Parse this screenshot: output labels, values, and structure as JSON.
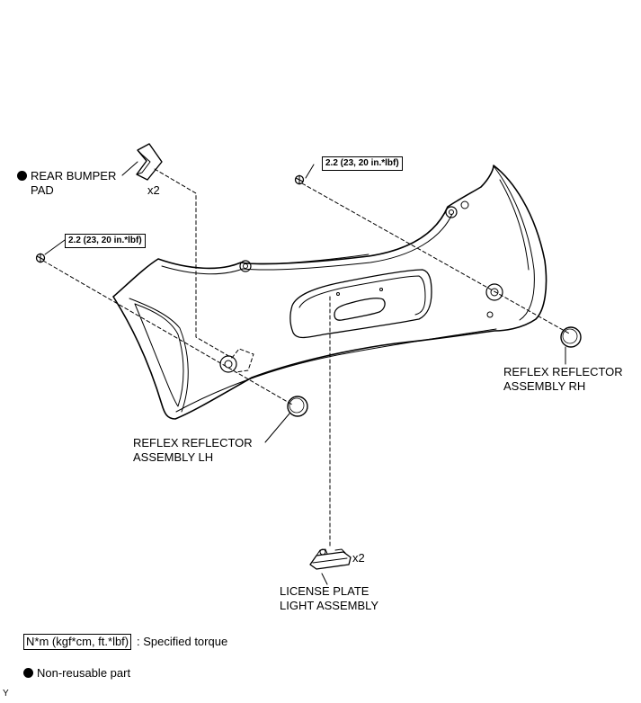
{
  "labels": {
    "rear_bumper_pad": {
      "line1": "REAR BUMPER",
      "line2": "PAD",
      "qty": "x2"
    },
    "reflex_rh": {
      "line1": "REFLEX REFLECTOR",
      "line2": "ASSEMBLY RH"
    },
    "reflex_lh": {
      "line1": "REFLEX REFLECTOR",
      "line2": "ASSEMBLY LH"
    },
    "license_plate_light": {
      "line1": "LICENSE PLATE",
      "line2": "LIGHT ASSEMBLY",
      "qty": "x2"
    }
  },
  "torque": {
    "upper_right": "2.2 (23, 20 in.*lbf)",
    "upper_left": "2.2 (23, 20 in.*lbf)"
  },
  "legend": {
    "torque_unit": "N*m (kgf*cm, ft.*lbf)",
    "torque_desc": ": Specified torque",
    "non_reusable": "Non-reusable part"
  },
  "corner_mark": "Y"
}
